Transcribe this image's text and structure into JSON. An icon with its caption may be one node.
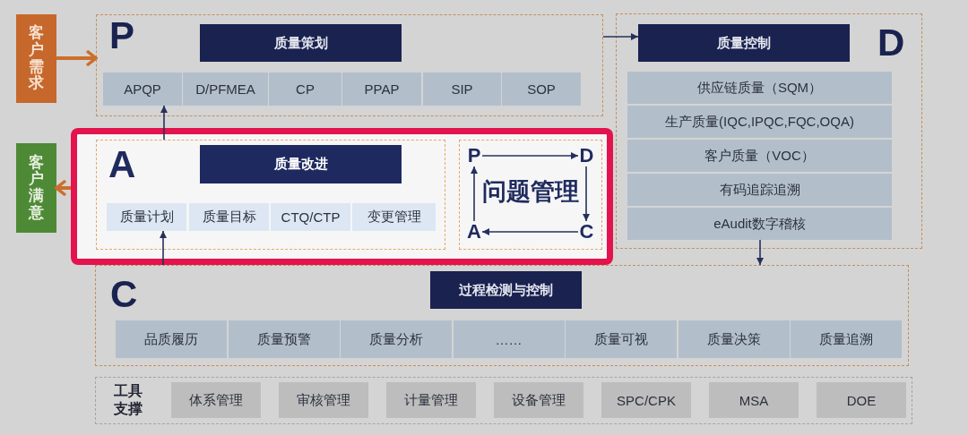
{
  "diagram": {
    "nodes": [
      {
        "text": [
          "客户需求"
        ]
      },
      {
        "text": [
          "P"
        ]
      },
      {
        "text": [
          "质量策划"
        ],
        "in": 1
      },
      {
        "text": [
          "APQP"
        ],
        "in": 1
      },
      {
        "text": [
          "D/PFMEA"
        ],
        "in": 1
      },
      {
        "text": [
          "CP"
        ],
        "in": 1
      },
      {
        "text": [
          "PPAP"
        ],
        "in": 1
      },
      {
        "text": [
          "SIP"
        ],
        "in": 1
      },
      {
        "text": [
          "SOP"
        ],
        "in": 1
      },
      {
        "text": [
          "D"
        ]
      },
      {
        "text": [
          "质量控制"
        ],
        "in": 9
      },
      {
        "text": [
          "供应链质量（SQM）"
        ],
        "in": 9
      },
      {
        "text": [
          "生产质量(IQC,IPQC,FQC,OQA)"
        ],
        "in": 9
      },
      {
        "text": [
          "客户质量（VOC）"
        ],
        "in": 9
      },
      {
        "text": [
          "有码追踪追溯"
        ],
        "in": 9
      },
      {
        "text": [
          "eAudit数字稽核"
        ],
        "in": 9
      },
      {
        "text": [
          "客户满意"
        ]
      },
      {
        "text": [],
        "shape": "box"
      },
      {
        "text": [
          "A"
        ],
        "in": 17
      },
      {
        "text": [
          "质量改进"
        ],
        "in": 18
      },
      {
        "text": [
          "质量计划"
        ],
        "in": 18
      },
      {
        "text": [
          "质量目标"
        ],
        "in": 18
      },
      {
        "text": [
          "CTQ/CTP"
        ],
        "in": 18
      },
      {
        "text": [
          "变更管理"
        ],
        "in": 18
      },
      {
        "text": [
          "问题管理"
        ],
        "in": 17
      },
      {
        "text": [
          "P"
        ],
        "in": 24
      },
      {
        "text": [
          "D"
        ],
        "in": 24
      },
      {
        "text": [
          "A"
        ],
        "in": 24
      },
      {
        "text": [
          "C"
        ],
        "in": 24
      },
      {
        "text": [
          "C"
        ]
      },
      {
        "text": [
          "过程检测与控制"
        ],
        "in": 29
      },
      {
        "text": [
          "品质履历"
        ],
        "in": 29
      },
      {
        "text": [
          "质量预警"
        ],
        "in": 29
      },
      {
        "text": [
          "质量分析"
        ],
        "in": 29
      },
      {
        "text": [
          "……"
        ],
        "in": 29
      },
      {
        "text": [
          "质量可视"
        ],
        "in": 29
      },
      {
        "text": [
          "质量决策"
        ],
        "in": 29
      },
      {
        "text": [
          "质量追溯"
        ],
        "in": 29
      },
      {
        "text": [
          "工具支撑"
        ]
      },
      {
        "text": [
          "体系管理"
        ],
        "in": 38
      },
      {
        "text": [
          "审核管理"
        ],
        "in": 38
      },
      {
        "text": [
          "计量管理"
        ],
        "in": 38
      },
      {
        "text": [
          "设备管理"
        ],
        "in": 38
      },
      {
        "text": [
          "SPC/CPK"
        ],
        "in": 38
      },
      {
        "text": [
          "MSA"
        ],
        "in": 38
      },
      {
        "text": [
          "DOE"
        ],
        "in": 38
      }
    ],
    "edges": [
      {
        "from": 0,
        "to": 1,
        "arrow": "to",
        "style": "thick",
        "color": "#cc6e2c"
      },
      {
        "from": 1,
        "to": 10,
        "arrow": "to"
      },
      {
        "from": 15,
        "to": 29,
        "arrow": "to"
      },
      {
        "from": 29,
        "to": 20,
        "arrow": "to"
      },
      {
        "from": 18,
        "to": 3,
        "arrow": "to"
      },
      {
        "from": 17,
        "to": 16,
        "arrow": "to",
        "style": "thick",
        "color": "#cc6e2c"
      },
      {
        "from": 25,
        "to": 26,
        "arrow": "to"
      },
      {
        "from": 26,
        "to": 28,
        "arrow": "to"
      },
      {
        "from": 28,
        "to": 27,
        "arrow": "to"
      },
      {
        "from": 27,
        "to": 25,
        "arrow": "to"
      }
    ]
  }
}
